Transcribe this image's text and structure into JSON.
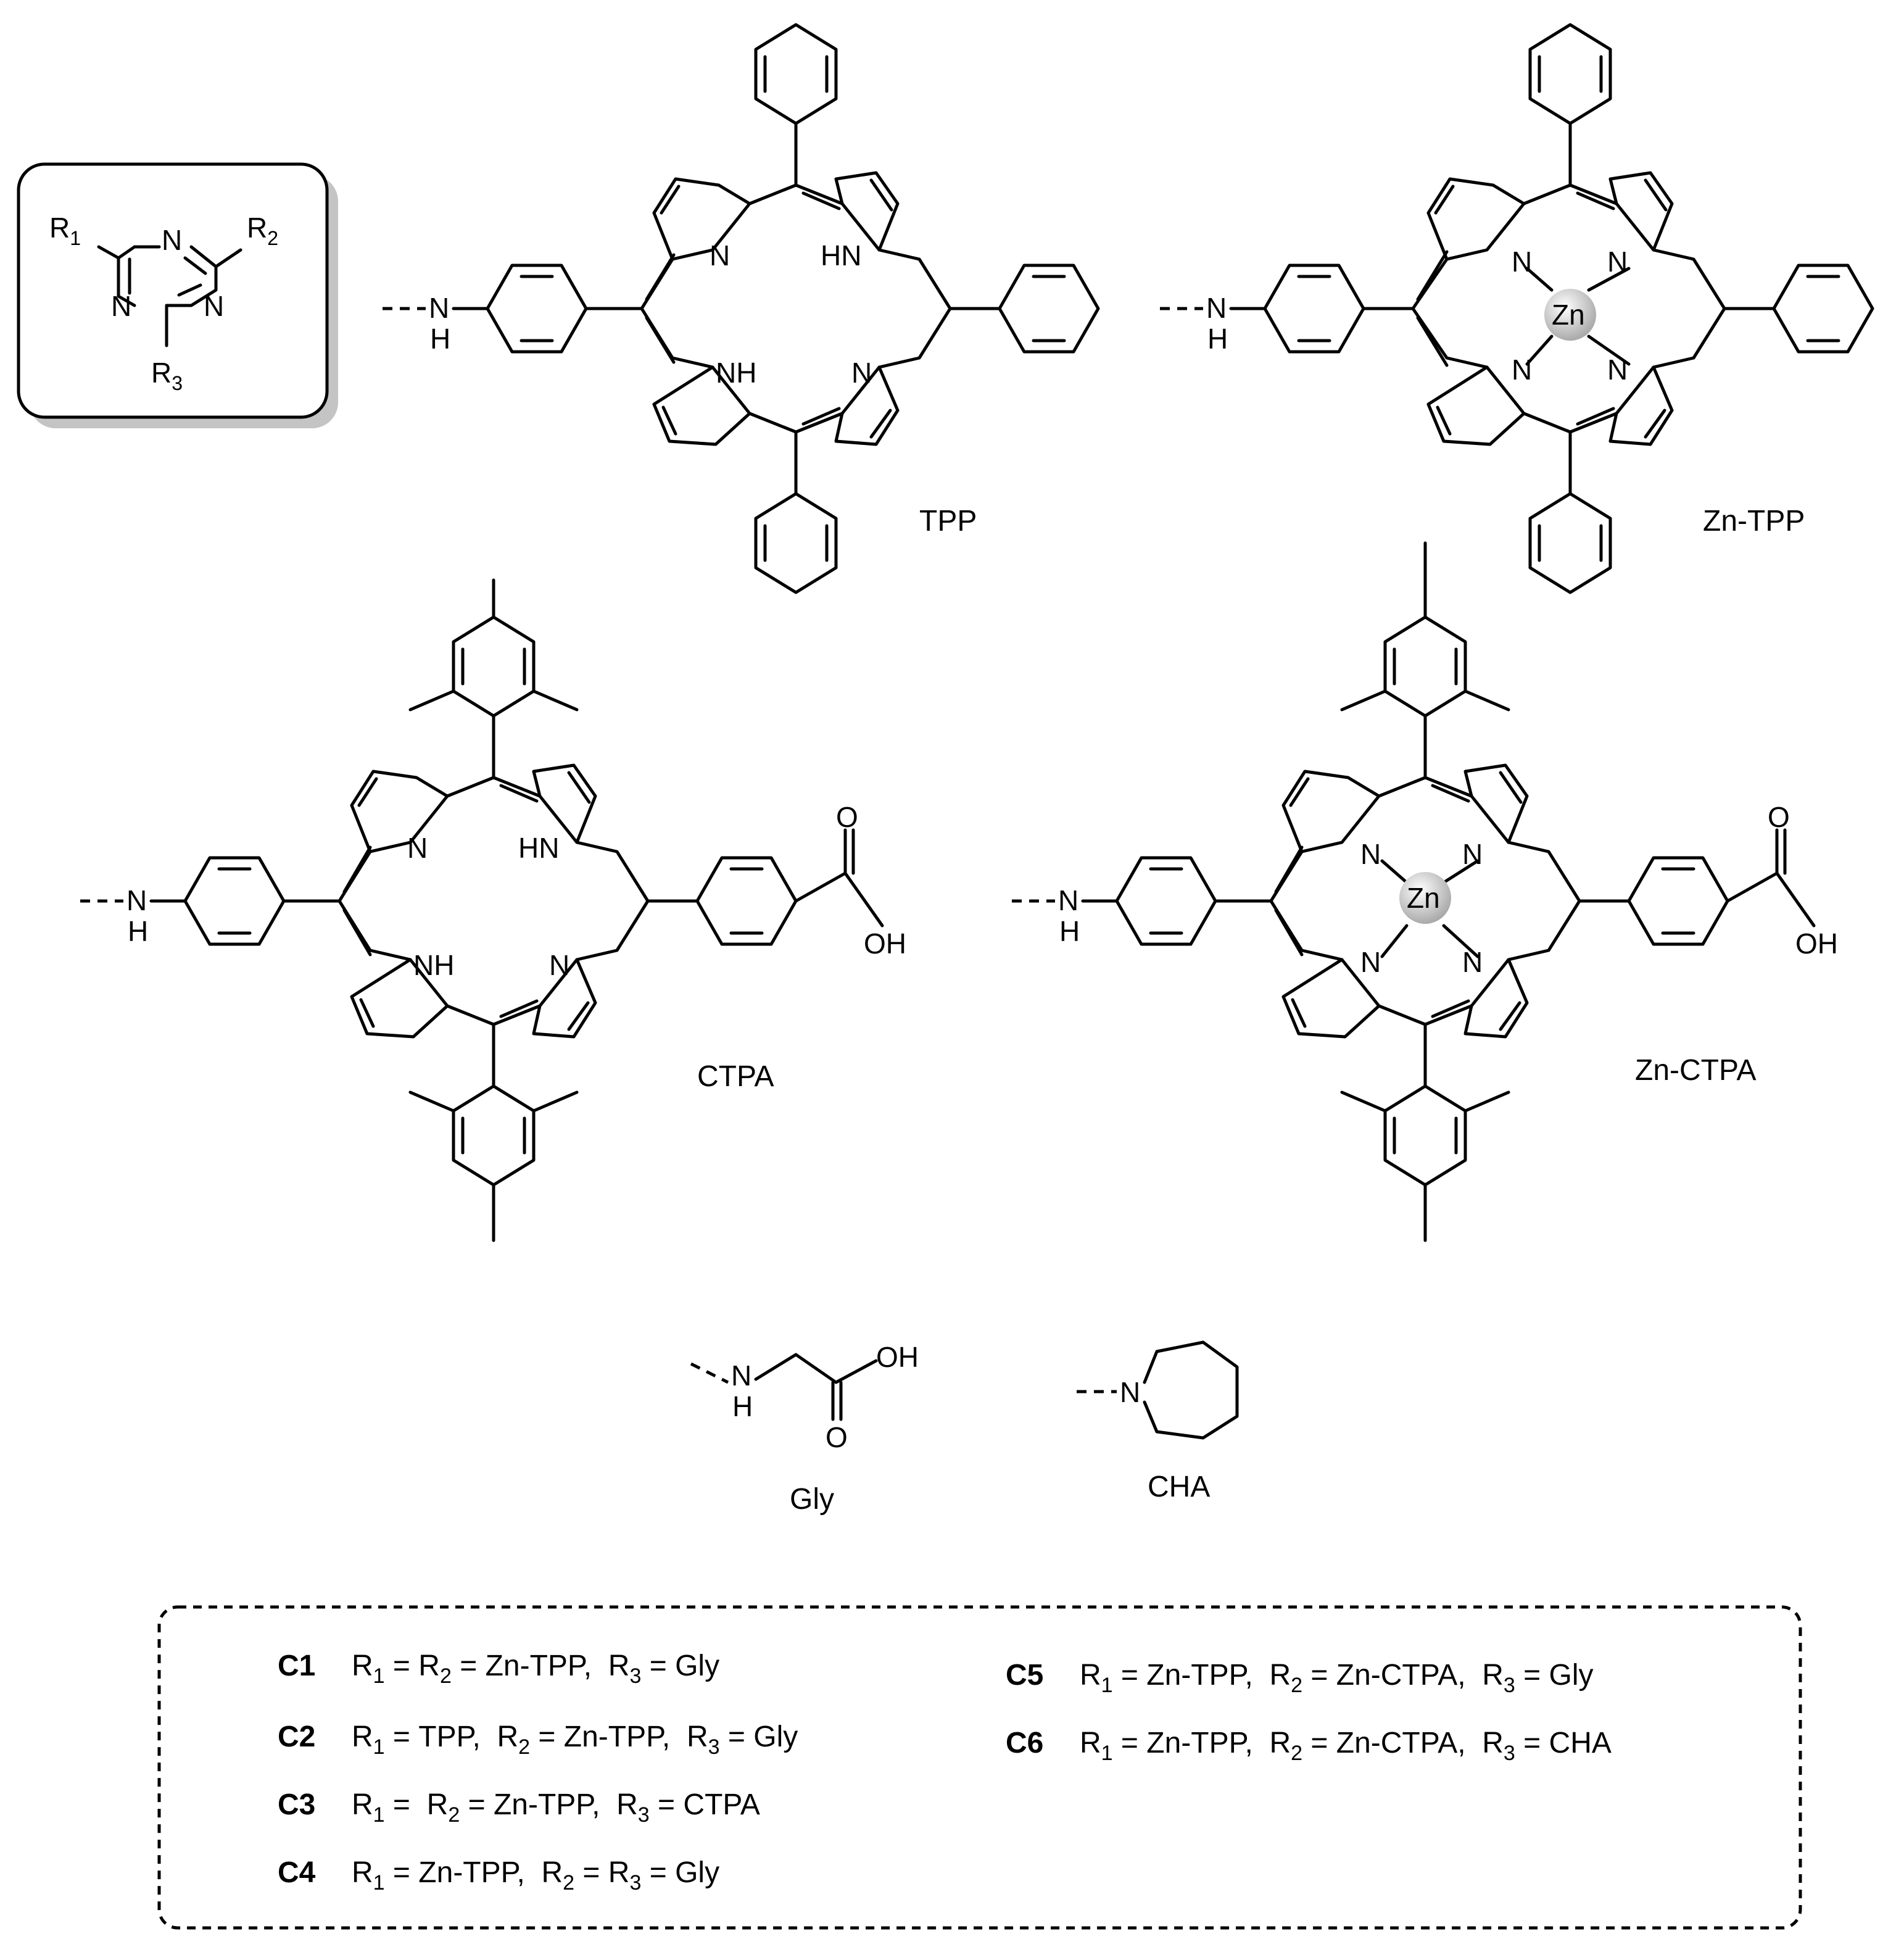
{
  "core": {
    "R1": "R",
    "R1_sub": "1",
    "R2": "R",
    "R2_sub": "2",
    "R3": "R",
    "R3_sub": "3",
    "N": "N"
  },
  "atoms": {
    "N": "N",
    "NH": "NH",
    "HN": "HN",
    "H": "H",
    "Zn": "Zn",
    "O": "O",
    "OH": "OH"
  },
  "labels": {
    "tpp": "TPP",
    "zn_tpp": "Zn-TPP",
    "ctpa": "CTPA",
    "zn_ctpa": "Zn-CTPA",
    "gly": "Gly",
    "cha": "CHA"
  },
  "compounds": [
    {
      "id": "C1",
      "parts": [
        [
          "R",
          "1",
          " = "
        ],
        [
          "R",
          "2",
          " = Zn-TPP,  "
        ],
        [
          "R",
          "3",
          " = Gly"
        ]
      ]
    },
    {
      "id": "C2",
      "parts": [
        [
          "R",
          "1",
          " = TPP,  "
        ],
        [
          "R",
          "2",
          " = Zn-TPP,  "
        ],
        [
          "R",
          "3",
          " = Gly"
        ]
      ]
    },
    {
      "id": "C3",
      "parts": [
        [
          "R",
          "1",
          " =  "
        ],
        [
          "R",
          "2",
          " = Zn-TPP,  "
        ],
        [
          "R",
          "3",
          " = CTPA"
        ]
      ]
    },
    {
      "id": "C4",
      "parts": [
        [
          "R",
          "1",
          " = Zn-TPP,  "
        ],
        [
          "R",
          "2",
          " = "
        ],
        [
          "R",
          "3",
          " = Gly"
        ]
      ]
    },
    {
      "id": "C5",
      "parts": [
        [
          "R",
          "1",
          " = Zn-TPP,  "
        ],
        [
          "R",
          "2",
          " = Zn-CTPA,  "
        ],
        [
          "R",
          "3",
          " = Gly"
        ]
      ]
    },
    {
      "id": "C6",
      "parts": [
        [
          "R",
          "1",
          " = Zn-TPP,  "
        ],
        [
          "R",
          "2",
          " = Zn-CTPA,  "
        ],
        [
          "R",
          "3",
          " = CHA"
        ]
      ]
    }
  ],
  "colors": {
    "box_shadow": "#c4c4c4",
    "zn_sphere": "#bdbdbd"
  }
}
